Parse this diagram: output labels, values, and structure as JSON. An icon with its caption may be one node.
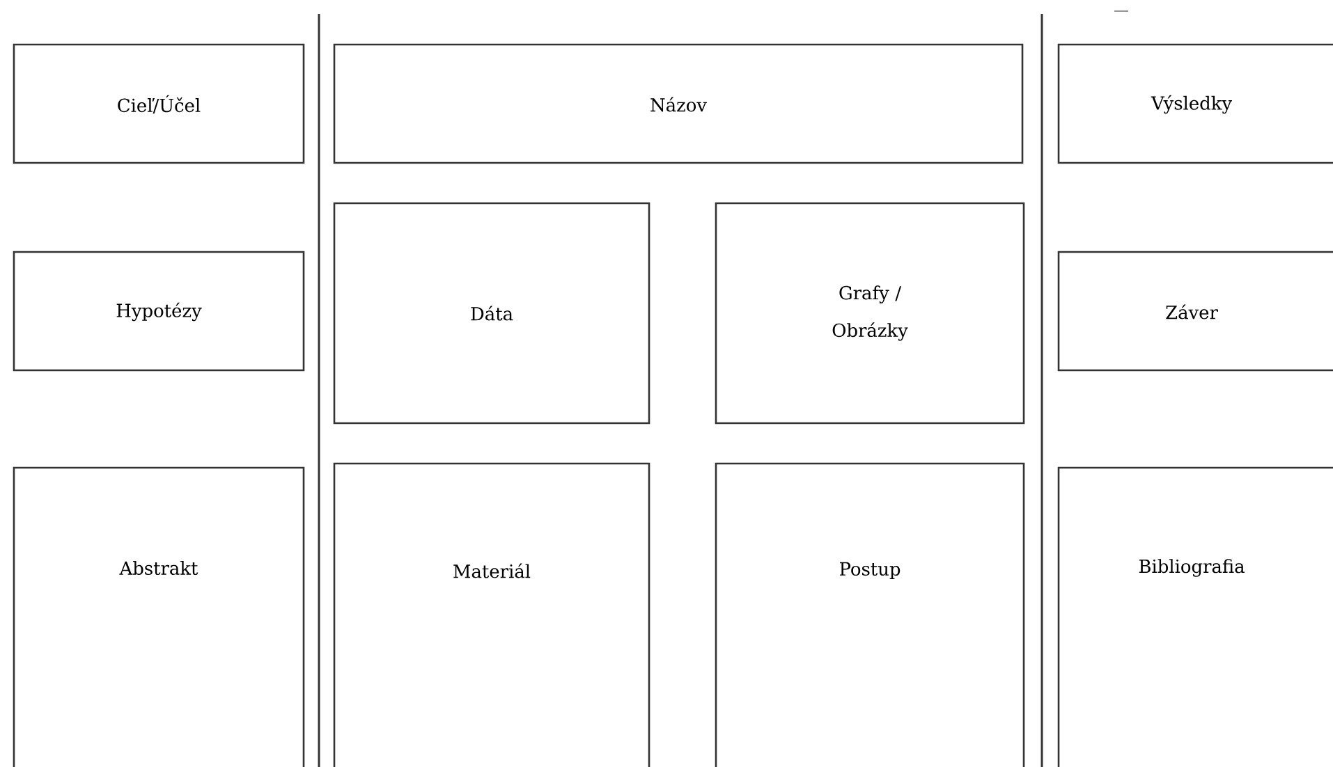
{
  "diagram": {
    "nodes": [
      {
        "text": [
          "Cieľ/Účel"
        ]
      },
      {
        "text": [
          "Názov"
        ]
      },
      {
        "text": [
          "Výsledky"
        ]
      },
      {
        "text": [
          "Hypotézy"
        ]
      },
      {
        "text": [
          "Dáta"
        ]
      },
      {
        "text": [
          "Grafy / Obrázky"
        ]
      },
      {
        "text": [
          "Záver"
        ]
      },
      {
        "text": [
          "Abstrakt"
        ]
      },
      {
        "text": [
          "Materiál"
        ]
      },
      {
        "text": [
          "Postup"
        ]
      },
      {
        "text": [
          "Bibliografia"
        ]
      }
    ]
  }
}
